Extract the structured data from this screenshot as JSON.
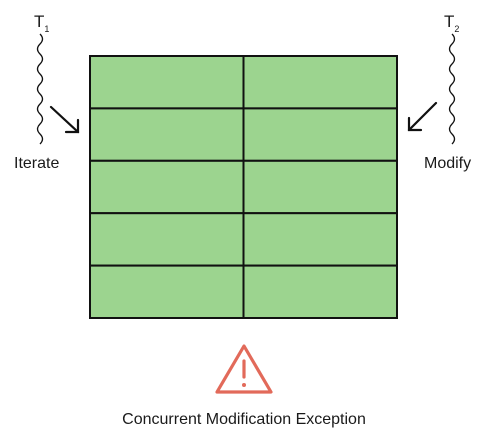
{
  "threads": {
    "left": {
      "name": "T",
      "subscript": "1",
      "action": "Iterate"
    },
    "right": {
      "name": "T",
      "subscript": "2",
      "action": "Modify"
    }
  },
  "collection": {
    "rows": 5,
    "columns": 2,
    "cell_color": "#9cd48f",
    "border_color": "#111111"
  },
  "warning": {
    "icon": "warning-triangle-icon",
    "color": "#e26a5a",
    "caption": "Concurrent Modification Exception"
  }
}
